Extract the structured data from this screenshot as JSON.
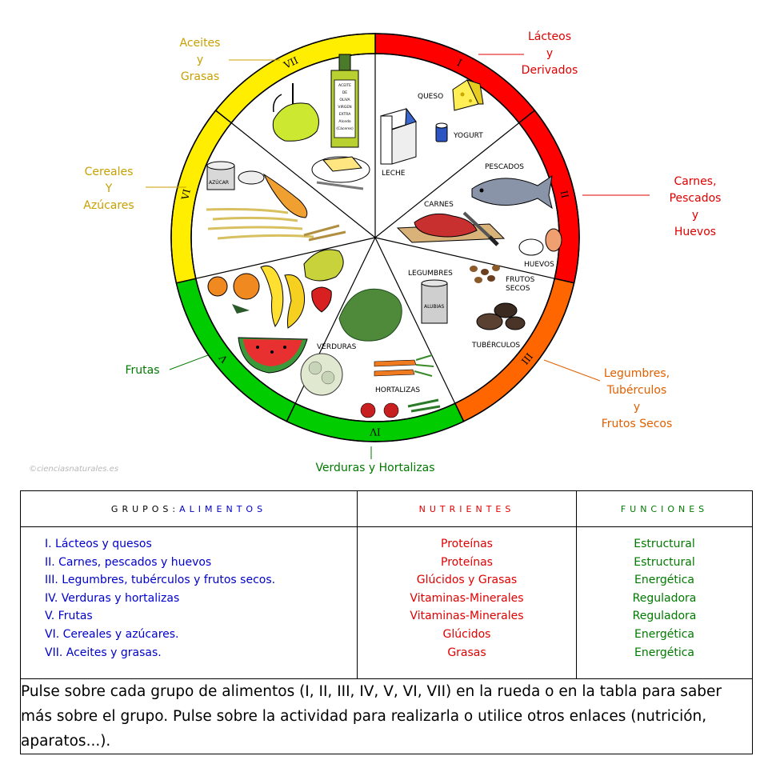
{
  "wheel": {
    "segments": [
      {
        "numeral": "I",
        "label": "Lácteos\ny\nDerivados",
        "color": "#ff0000"
      },
      {
        "numeral": "II",
        "label": "Carnes,\nPescados\ny\nHuevos",
        "color": "#ff0000"
      },
      {
        "numeral": "III",
        "label": "Legumbres,\nTubérculos\ny\nFrutos Secos",
        "color": "#ff6600"
      },
      {
        "numeral": "IV",
        "label": "Verduras y Hortalizas",
        "color": "#00cc00"
      },
      {
        "numeral": "V",
        "label": "Frutas",
        "color": "#00cc00"
      },
      {
        "numeral": "VI",
        "label": "Cereales\nY\nAzúcares",
        "color": "#ffee00"
      },
      {
        "numeral": "VII",
        "label": "Aceites\ny\nGrasas",
        "color": "#ffee00"
      }
    ],
    "food_labels": {
      "queso": "QUESO",
      "yogurt": "YOGURT",
      "leche": "LECHE",
      "pescados": "PESCADOS",
      "carnes": "CARNES",
      "huevos": "HUEVOS",
      "legumbres": "LEGUMBRES",
      "alubias": "ALUBIAS",
      "frutos_secos": "FRUTOS\nSECOS",
      "tuberculos": "TUBÉRCULOS",
      "verduras": "VERDURAS",
      "hortalizas": "HORTALIZAS",
      "azucar": "AZÚCAR",
      "oil_label": "ACEITE\nDE\nOLIVA\nVIRGEN\nEXTRA\nAlcedo\n(Cáceres)"
    },
    "label_colors": {
      "I": "#e00000",
      "II": "#e00000",
      "III": "#e06000",
      "IV": "#007a00",
      "V": "#007a00",
      "VI": "#c8a000",
      "VII": "#c8a000"
    }
  },
  "credit": "©cienciasnaturales.es",
  "table": {
    "headers": {
      "groups_prefix": "GRUPOS:",
      "groups_suffix": "ALIMENTOS",
      "nutrients": "NUTRIENTES",
      "functions": "FUNCIONES"
    },
    "groups": [
      "I.    Lácteos y quesos",
      "II.   Carnes, pescados y huevos",
      "III. Legumbres, tubérculos y frutos secos.",
      "IV.  Verduras y hortalizas",
      "V.    Frutas",
      "VI.  Cereales y azúcares.",
      "VII. Aceites y grasas."
    ],
    "nutrients": [
      "Proteínas",
      "Proteínas",
      "Glúcidos y Grasas",
      "Vitaminas-Minerales",
      "Vitaminas-Minerales",
      "Glúcidos",
      "Grasas"
    ],
    "functions": [
      "Estructural",
      "Estructural",
      "Energética",
      "Reguladora",
      "Reguladora",
      "Energética",
      "Energética"
    ],
    "colors": {
      "groups": "#0000cc",
      "nutrients": "#e00000",
      "functions": "#007a00"
    }
  },
  "instructions": "Pulse sobre cada grupo de alimentos (I, II, III, IV, V, VI, VII) en la rueda o en la tabla para saber más sobre el grupo. Pulse sobre la actividad para realizarla o utilice otros enlaces (nutrición, aparatos...)."
}
